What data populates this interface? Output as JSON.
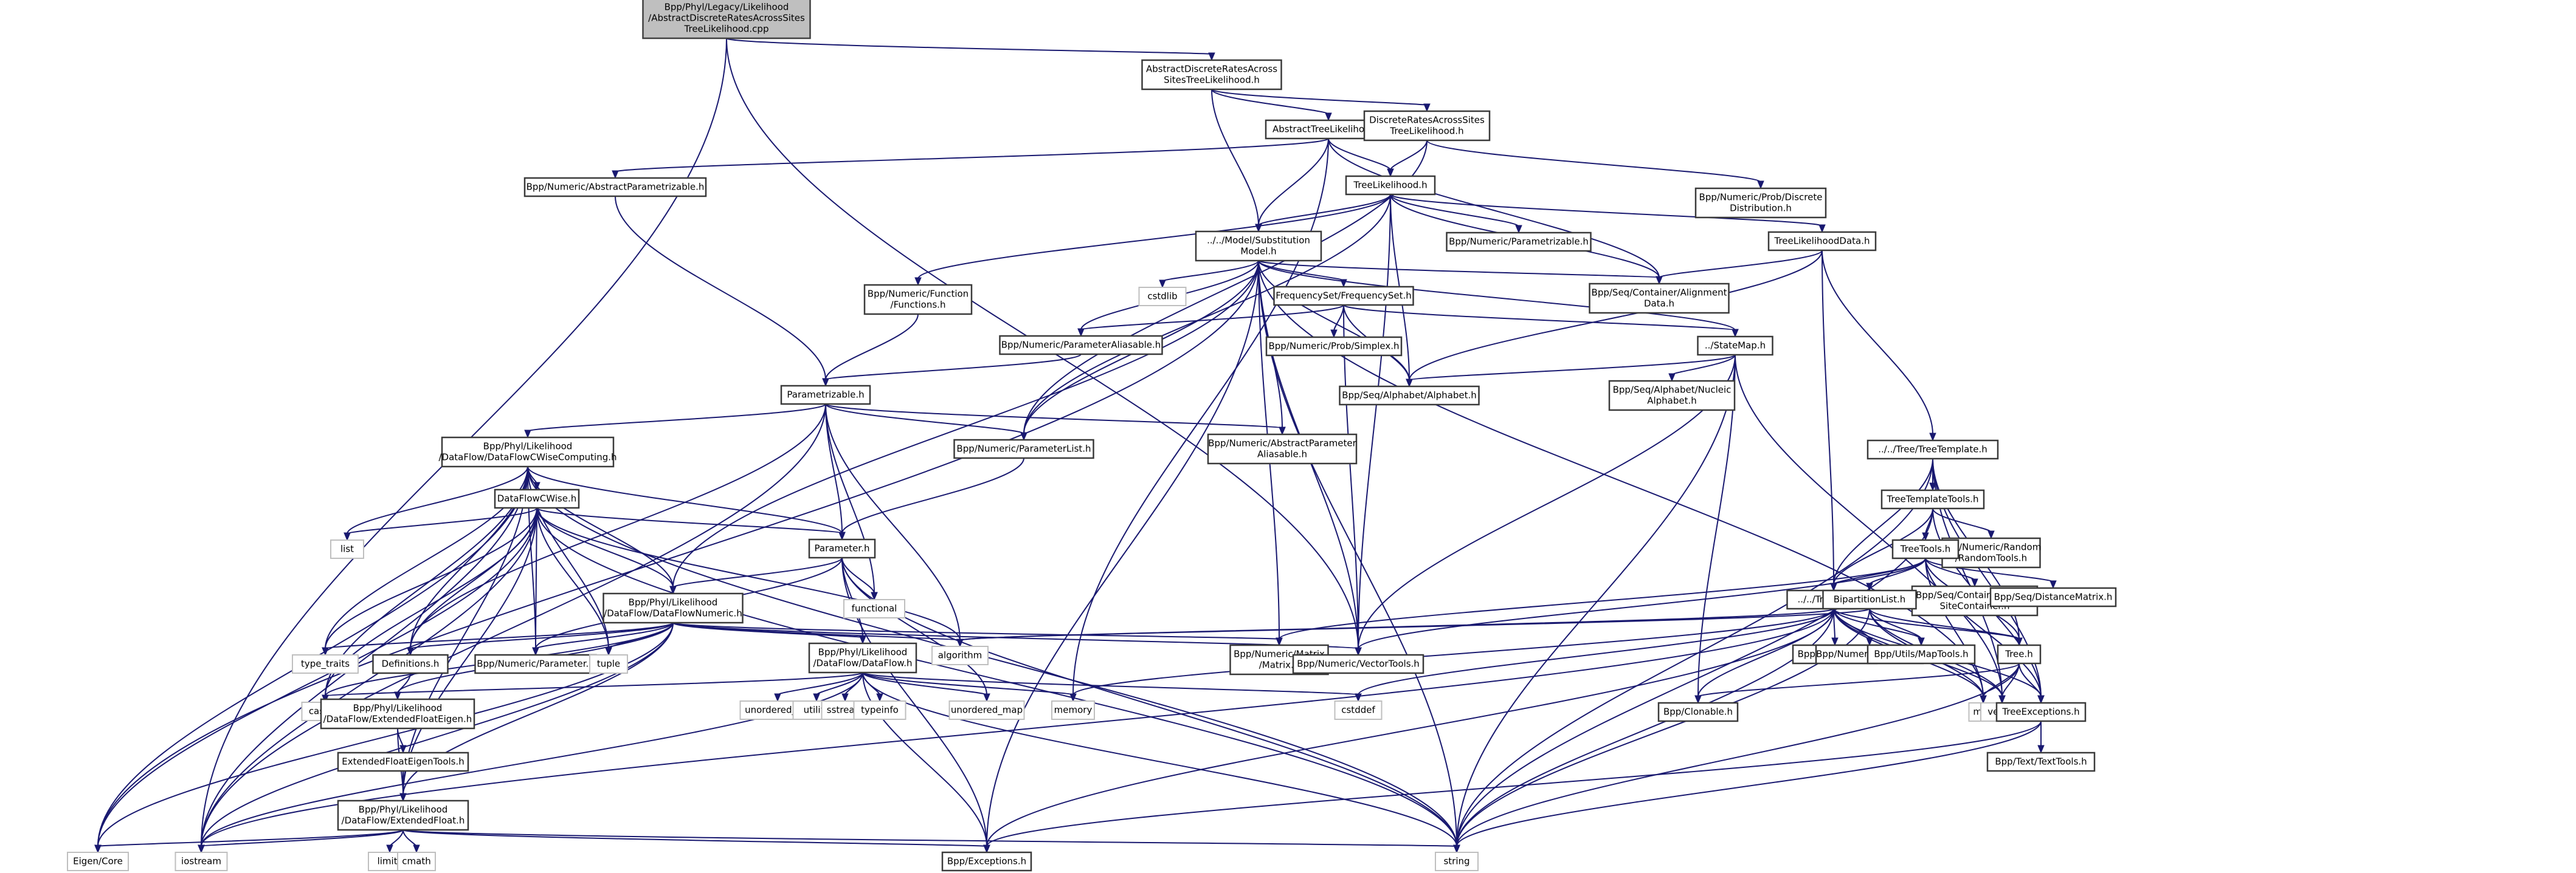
{
  "diagram": {
    "type": "include-dependency-graph",
    "colors": {
      "edge": "#191970",
      "root_fill": "#bfbfbf",
      "node_border": "#3a3a3a",
      "system_border": "#bfbfbf",
      "background": "#ffffff"
    },
    "root": "root",
    "nodes": [
      {
        "id": "root",
        "kind": "root",
        "lines": [
          "Bpp/Phyl/Legacy/Likelihood",
          "/AbstractDiscreteRatesAcrossSites",
          "TreeLikelihood.cpp"
        ]
      },
      {
        "id": "adrasth",
        "kind": "local",
        "lines": [
          "AbstractDiscreteRatesAcross",
          "SitesTreeLikelihood.h"
        ]
      },
      {
        "id": "atl",
        "kind": "local",
        "lines": [
          "AbstractTreeLikelihood.h"
        ]
      },
      {
        "id": "drasth",
        "kind": "local",
        "lines": [
          "DiscreteRatesAcrossSites",
          "TreeLikelihood.h"
        ]
      },
      {
        "id": "absparam",
        "kind": "local",
        "lines": [
          "Bpp/Numeric/AbstractParametrizable.h"
        ]
      },
      {
        "id": "tl",
        "kind": "local",
        "lines": [
          "TreeLikelihood.h"
        ]
      },
      {
        "id": "discdist",
        "kind": "local",
        "lines": [
          "Bpp/Numeric/Prob/Discrete",
          "Distribution.h"
        ]
      },
      {
        "id": "submodel",
        "kind": "local",
        "lines": [
          "../../Model/Substitution",
          "Model.h"
        ]
      },
      {
        "id": "numparam",
        "kind": "local",
        "lines": [
          "Bpp/Numeric/Parametrizable.h"
        ]
      },
      {
        "id": "tldata",
        "kind": "local",
        "lines": [
          "TreeLikelihoodData.h"
        ]
      },
      {
        "id": "functions",
        "kind": "local",
        "lines": [
          "Bpp/Numeric/Function",
          "/Functions.h"
        ]
      },
      {
        "id": "cstdlib",
        "kind": "sys",
        "lines": [
          "cstdlib"
        ]
      },
      {
        "id": "freqset",
        "kind": "local",
        "lines": [
          "FrequencySet/FrequencySet.h"
        ]
      },
      {
        "id": "aligndata",
        "kind": "local",
        "lines": [
          "Bpp/Seq/Container/Alignment",
          "Data.h"
        ]
      },
      {
        "id": "paramalias",
        "kind": "local",
        "lines": [
          "Bpp/Numeric/ParameterAliasable.h"
        ]
      },
      {
        "id": "simplex",
        "kind": "local",
        "lines": [
          "Bpp/Numeric/Prob/Simplex.h"
        ]
      },
      {
        "id": "statemap",
        "kind": "local",
        "lines": [
          "../StateMap.h"
        ]
      },
      {
        "id": "parametrizable",
        "kind": "local",
        "lines": [
          "Parametrizable.h"
        ]
      },
      {
        "id": "alphabet",
        "kind": "local",
        "lines": [
          "Bpp/Seq/Alphabet/Alphabet.h"
        ]
      },
      {
        "id": "nucalpha",
        "kind": "local",
        "lines": [
          "Bpp/Seq/Alphabet/Nucleic",
          "Alphabet.h"
        ]
      },
      {
        "id": "dfcwc",
        "kind": "local",
        "lines": [
          "Bpp/Phyl/Likelihood",
          "/DataFlow/DataFlowCWiseComputing.h"
        ]
      },
      {
        "id": "paramlist",
        "kind": "local",
        "lines": [
          "Bpp/Numeric/ParameterList.h"
        ]
      },
      {
        "id": "absparamalias",
        "kind": "local",
        "lines": [
          "Bpp/Numeric/AbstractParameter",
          "Aliasable.h"
        ]
      },
      {
        "id": "treetemplate",
        "kind": "local",
        "lines": [
          "../../Tree/TreeTemplate.h"
        ]
      },
      {
        "id": "dfcwise",
        "kind": "local",
        "lines": [
          "DataFlowCWise.h"
        ]
      },
      {
        "id": "list",
        "kind": "sys",
        "lines": [
          "list"
        ]
      },
      {
        "id": "parameter",
        "kind": "local",
        "lines": [
          "Parameter.h"
        ]
      },
      {
        "id": "ttt",
        "kind": "local",
        "lines": [
          "TreeTemplateTools.h"
        ]
      },
      {
        "id": "randomtools",
        "kind": "local",
        "lines": [
          "Bpp/Numeric/Random",
          "/RandomTools.h"
        ]
      },
      {
        "id": "functional",
        "kind": "sys",
        "lines": [
          "functional"
        ]
      },
      {
        "id": "treetools",
        "kind": "local",
        "lines": [
          "TreeTools.h"
        ]
      },
      {
        "id": "dfnumeric",
        "kind": "local",
        "lines": [
          "Bpp/Phyl/Likelihood",
          "/DataFlow/DataFlowNumeric.h"
        ]
      },
      {
        "id": "vsc",
        "kind": "local",
        "lines": [
          "Bpp/Seq/Container/Vector",
          "SiteContainer.h"
        ]
      },
      {
        "id": "distmatrix",
        "kind": "local",
        "lines": [
          "Bpp/Seq/DistanceMatrix.h"
        ]
      },
      {
        "id": "typetraits",
        "kind": "sys",
        "lines": [
          "type_traits"
        ]
      },
      {
        "id": "definitions",
        "kind": "local",
        "lines": [
          "Definitions.h"
        ]
      },
      {
        "id": "numparameter",
        "kind": "local",
        "lines": [
          "Bpp/Numeric/Parameter.h"
        ]
      },
      {
        "id": "tuple",
        "kind": "sys",
        "lines": [
          "tuple"
        ]
      },
      {
        "id": "algorithm",
        "kind": "sys",
        "lines": [
          "algorithm"
        ]
      },
      {
        "id": "matrix",
        "kind": "local",
        "lines": [
          "Bpp/Numeric/Matrix",
          "/Matrix.h"
        ]
      },
      {
        "id": "vectortools",
        "kind": "local",
        "lines": [
          "Bpp/Numeric/VectorTools.h"
        ]
      },
      {
        "id": "node",
        "kind": "local",
        "lines": [
          "../../Tree/Node.h"
        ]
      },
      {
        "id": "bipart",
        "kind": "local",
        "lines": [
          "BipartitionList.h"
        ]
      },
      {
        "id": "dataflow",
        "kind": "local",
        "lines": [
          "Bpp/Phyl/Likelihood",
          "/DataFlow/DataFlow.h"
        ]
      },
      {
        "id": "bppstring",
        "kind": "local",
        "lines": [
          "Bpp/BppString.h"
        ]
      },
      {
        "id": "number",
        "kind": "local",
        "lines": [
          "Bpp/Numeric/Number.h"
        ]
      },
      {
        "id": "maptools",
        "kind": "local",
        "lines": [
          "Bpp/Utils/MapTools.h"
        ]
      },
      {
        "id": "tree",
        "kind": "local",
        "lines": [
          "Tree.h"
        ]
      },
      {
        "id": "cassert",
        "kind": "sys",
        "lines": [
          "cassert"
        ]
      },
      {
        "id": "efeigen",
        "kind": "local",
        "lines": [
          "Bpp/Phyl/Likelihood",
          "/DataFlow/ExtendedFloatEigen.h"
        ]
      },
      {
        "id": "unordset",
        "kind": "sys",
        "lines": [
          "unordered_set"
        ]
      },
      {
        "id": "utility",
        "kind": "sys",
        "lines": [
          "utility"
        ]
      },
      {
        "id": "sstream",
        "kind": "sys",
        "lines": [
          "sstream"
        ]
      },
      {
        "id": "typeinfo",
        "kind": "sys",
        "lines": [
          "typeinfo"
        ]
      },
      {
        "id": "unordmap",
        "kind": "sys",
        "lines": [
          "unordered_map"
        ]
      },
      {
        "id": "memory",
        "kind": "sys",
        "lines": [
          "memory"
        ]
      },
      {
        "id": "cstddef",
        "kind": "sys",
        "lines": [
          "cstddef"
        ]
      },
      {
        "id": "map",
        "kind": "sys",
        "lines": [
          "map"
        ]
      },
      {
        "id": "vector",
        "kind": "sys",
        "lines": [
          "vector"
        ]
      },
      {
        "id": "treeexc",
        "kind": "local",
        "lines": [
          "TreeExceptions.h"
        ]
      },
      {
        "id": "clonable",
        "kind": "local",
        "lines": [
          "Bpp/Clonable.h"
        ]
      },
      {
        "id": "efeigentools",
        "kind": "local",
        "lines": [
          "ExtendedFloatEigenTools.h"
        ]
      },
      {
        "id": "texttools",
        "kind": "local",
        "lines": [
          "Bpp/Text/TextTools.h"
        ]
      },
      {
        "id": "extfloat",
        "kind": "local",
        "lines": [
          "Bpp/Phyl/Likelihood",
          "/DataFlow/ExtendedFloat.h"
        ]
      },
      {
        "id": "limits",
        "kind": "sys",
        "lines": [
          "limits"
        ]
      },
      {
        "id": "cmath",
        "kind": "sys",
        "lines": [
          "cmath"
        ]
      },
      {
        "id": "eigencore",
        "kind": "sys",
        "lines": [
          "Eigen/Core"
        ]
      },
      {
        "id": "iostream",
        "kind": "sys",
        "lines": [
          "iostream"
        ]
      },
      {
        "id": "exceptions",
        "kind": "local",
        "lines": [
          "Bpp/Exceptions.h"
        ]
      },
      {
        "id": "string",
        "kind": "sys",
        "lines": [
          "string"
        ]
      }
    ],
    "edges": [
      [
        "root",
        "adrasth"
      ],
      [
        "root",
        "iostream"
      ],
      [
        "root",
        "vectortools"
      ],
      [
        "adrasth",
        "atl"
      ],
      [
        "adrasth",
        "drasth"
      ],
      [
        "adrasth",
        "submodel"
      ],
      [
        "atl",
        "absparam"
      ],
      [
        "atl",
        "tl"
      ],
      [
        "atl",
        "submodel"
      ],
      [
        "atl",
        "aligndata"
      ],
      [
        "atl",
        "memory"
      ],
      [
        "drasth",
        "tl"
      ],
      [
        "drasth",
        "discdist"
      ],
      [
        "drasth",
        "paramlist"
      ],
      [
        "absparam",
        "parametrizable"
      ],
      [
        "tl",
        "submodel"
      ],
      [
        "tl",
        "numparam"
      ],
      [
        "tl",
        "tldata"
      ],
      [
        "tl",
        "functions"
      ],
      [
        "tl",
        "aligndata"
      ],
      [
        "tl",
        "alphabet"
      ],
      [
        "tl",
        "paramlist"
      ],
      [
        "tl",
        "vectortools"
      ],
      [
        "submodel",
        "cstdlib"
      ],
      [
        "submodel",
        "freqset"
      ],
      [
        "submodel",
        "aligndata"
      ],
      [
        "submodel",
        "paramalias"
      ],
      [
        "submodel",
        "statemap"
      ],
      [
        "submodel",
        "alphabet"
      ],
      [
        "submodel",
        "matrix"
      ],
      [
        "submodel",
        "vectortools"
      ],
      [
        "submodel",
        "exceptions"
      ],
      [
        "submodel",
        "eigencore"
      ],
      [
        "submodel",
        "string"
      ],
      [
        "submodel",
        "map"
      ],
      [
        "submodel",
        "paramlist"
      ],
      [
        "submodel",
        "absparamalias"
      ],
      [
        "submodel",
        "dfnumeric"
      ],
      [
        "tldata",
        "aligndata"
      ],
      [
        "tldata",
        "alphabet"
      ],
      [
        "tldata",
        "treetemplate"
      ],
      [
        "tldata",
        "node"
      ],
      [
        "functions",
        "parametrizable"
      ],
      [
        "freqset",
        "paramalias"
      ],
      [
        "freqset",
        "simplex"
      ],
      [
        "freqset",
        "statemap"
      ],
      [
        "freqset",
        "alphabet"
      ],
      [
        "freqset",
        "vectortools"
      ],
      [
        "paramalias",
        "parametrizable"
      ],
      [
        "statemap",
        "alphabet"
      ],
      [
        "statemap",
        "nucalpha"
      ],
      [
        "statemap",
        "clonable"
      ],
      [
        "statemap",
        "string"
      ],
      [
        "statemap",
        "vector"
      ],
      [
        "statemap",
        "vectortools"
      ],
      [
        "parametrizable",
        "dfcwc"
      ],
      [
        "parametrizable",
        "paramlist"
      ],
      [
        "parametrizable",
        "parameter"
      ],
      [
        "parametrizable",
        "absparamalias"
      ],
      [
        "parametrizable",
        "functional"
      ],
      [
        "parametrizable",
        "iostream"
      ],
      [
        "parametrizable",
        "definitions"
      ],
      [
        "parametrizable",
        "algorithm"
      ],
      [
        "paramlist",
        "parameter"
      ],
      [
        "dfcwc",
        "dfcwise"
      ],
      [
        "dfcwc",
        "dfnumeric"
      ],
      [
        "dfcwc",
        "parameter"
      ],
      [
        "dfcwc",
        "list"
      ],
      [
        "dfcwc",
        "typetraits"
      ],
      [
        "dfcwc",
        "definitions"
      ],
      [
        "dfcwc",
        "numparameter"
      ],
      [
        "dfcwc",
        "tuple"
      ],
      [
        "dfcwc",
        "cassert"
      ],
      [
        "dfcwc",
        "eigencore"
      ],
      [
        "dfcwc",
        "iostream"
      ],
      [
        "dfcwc",
        "string"
      ],
      [
        "dfcwc",
        "extfloat"
      ],
      [
        "dfcwise",
        "dfnumeric"
      ],
      [
        "dfcwise",
        "parameter"
      ],
      [
        "dfcwise",
        "list"
      ],
      [
        "dfcwise",
        "typetraits"
      ],
      [
        "dfcwise",
        "definitions"
      ],
      [
        "dfcwise",
        "numparameter"
      ],
      [
        "dfcwise",
        "tuple"
      ],
      [
        "dfcwise",
        "cassert"
      ],
      [
        "dfcwise",
        "eigencore"
      ],
      [
        "dfcwise",
        "iostream"
      ],
      [
        "dfcwise",
        "algorithm"
      ],
      [
        "dfcwise",
        "string"
      ],
      [
        "dfcwise",
        "extfloat"
      ],
      [
        "parameter",
        "dfnumeric"
      ],
      [
        "parameter",
        "numparameter"
      ],
      [
        "parameter",
        "functional"
      ],
      [
        "parameter",
        "exceptions"
      ],
      [
        "parameter",
        "string"
      ],
      [
        "parameter",
        "dataflow"
      ],
      [
        "parameter",
        "unordmap"
      ],
      [
        "dfnumeric",
        "dataflow"
      ],
      [
        "dfnumeric",
        "definitions"
      ],
      [
        "dfnumeric",
        "numparameter"
      ],
      [
        "dfnumeric",
        "tuple"
      ],
      [
        "dfnumeric",
        "typetraits"
      ],
      [
        "dfnumeric",
        "cassert"
      ],
      [
        "dfnumeric",
        "efeigen"
      ],
      [
        "dfnumeric",
        "extfloat"
      ],
      [
        "dfnumeric",
        "eigencore"
      ],
      [
        "dfnumeric",
        "algorithm"
      ],
      [
        "dfnumeric",
        "matrix"
      ],
      [
        "dfnumeric",
        "vectortools"
      ],
      [
        "dfnumeric",
        "iostream"
      ],
      [
        "dataflow",
        "unordset"
      ],
      [
        "dataflow",
        "utility"
      ],
      [
        "dataflow",
        "sstream"
      ],
      [
        "dataflow",
        "typeinfo"
      ],
      [
        "dataflow",
        "unordmap"
      ],
      [
        "dataflow",
        "memory"
      ],
      [
        "dataflow",
        "cstddef"
      ],
      [
        "dataflow",
        "exceptions"
      ],
      [
        "dataflow",
        "string"
      ],
      [
        "dataflow",
        "iostream"
      ],
      [
        "dataflow",
        "cassert"
      ],
      [
        "definitions",
        "efeigen"
      ],
      [
        "efeigen",
        "efeigentools"
      ],
      [
        "efeigen",
        "extfloat"
      ],
      [
        "efeigentools",
        "extfloat"
      ],
      [
        "extfloat",
        "limits"
      ],
      [
        "extfloat",
        "cmath"
      ],
      [
        "extfloat",
        "iostream"
      ],
      [
        "extfloat",
        "eigencore"
      ],
      [
        "extfloat",
        "exceptions"
      ],
      [
        "extfloat",
        "string"
      ],
      [
        "treetemplate",
        "ttt"
      ],
      [
        "treetemplate",
        "tree"
      ],
      [
        "treetemplate",
        "treeexc"
      ],
      [
        "treetemplate",
        "node"
      ],
      [
        "treetemplate",
        "vector"
      ],
      [
        "treetemplate",
        "string"
      ],
      [
        "ttt",
        "treetools"
      ],
      [
        "ttt",
        "randomtools"
      ],
      [
        "ttt",
        "node"
      ],
      [
        "ttt",
        "treeexc"
      ],
      [
        "ttt",
        "string"
      ],
      [
        "treetools",
        "node"
      ],
      [
        "treetools",
        "bipart"
      ],
      [
        "treetools",
        "vsc"
      ],
      [
        "treetools",
        "distmatrix"
      ],
      [
        "treetools",
        "tree"
      ],
      [
        "treetools",
        "treeexc"
      ],
      [
        "treetools",
        "vectortools"
      ],
      [
        "treetools",
        "matrix"
      ],
      [
        "treetools",
        "map"
      ],
      [
        "node",
        "bppstring"
      ],
      [
        "node",
        "number"
      ],
      [
        "node",
        "maptools"
      ],
      [
        "node",
        "tree"
      ],
      [
        "node",
        "treeexc"
      ],
      [
        "node",
        "clonable"
      ],
      [
        "node",
        "map"
      ],
      [
        "node",
        "vector"
      ],
      [
        "node",
        "string"
      ],
      [
        "node",
        "exceptions"
      ],
      [
        "node",
        "algorithm"
      ],
      [
        "node",
        "iostream"
      ],
      [
        "node",
        "cstddef"
      ],
      [
        "node",
        "memory"
      ],
      [
        "bipart",
        "maptools"
      ],
      [
        "bipart",
        "tree"
      ],
      [
        "bipart",
        "map"
      ],
      [
        "bipart",
        "vector"
      ],
      [
        "bipart",
        "algorithm"
      ],
      [
        "bipart",
        "string"
      ],
      [
        "tree",
        "clonable"
      ],
      [
        "tree",
        "map"
      ],
      [
        "tree",
        "vector"
      ],
      [
        "tree",
        "treeexc"
      ],
      [
        "tree",
        "string"
      ],
      [
        "treeexc",
        "texttools"
      ],
      [
        "treeexc",
        "exceptions"
      ],
      [
        "treeexc",
        "string"
      ]
    ]
  }
}
